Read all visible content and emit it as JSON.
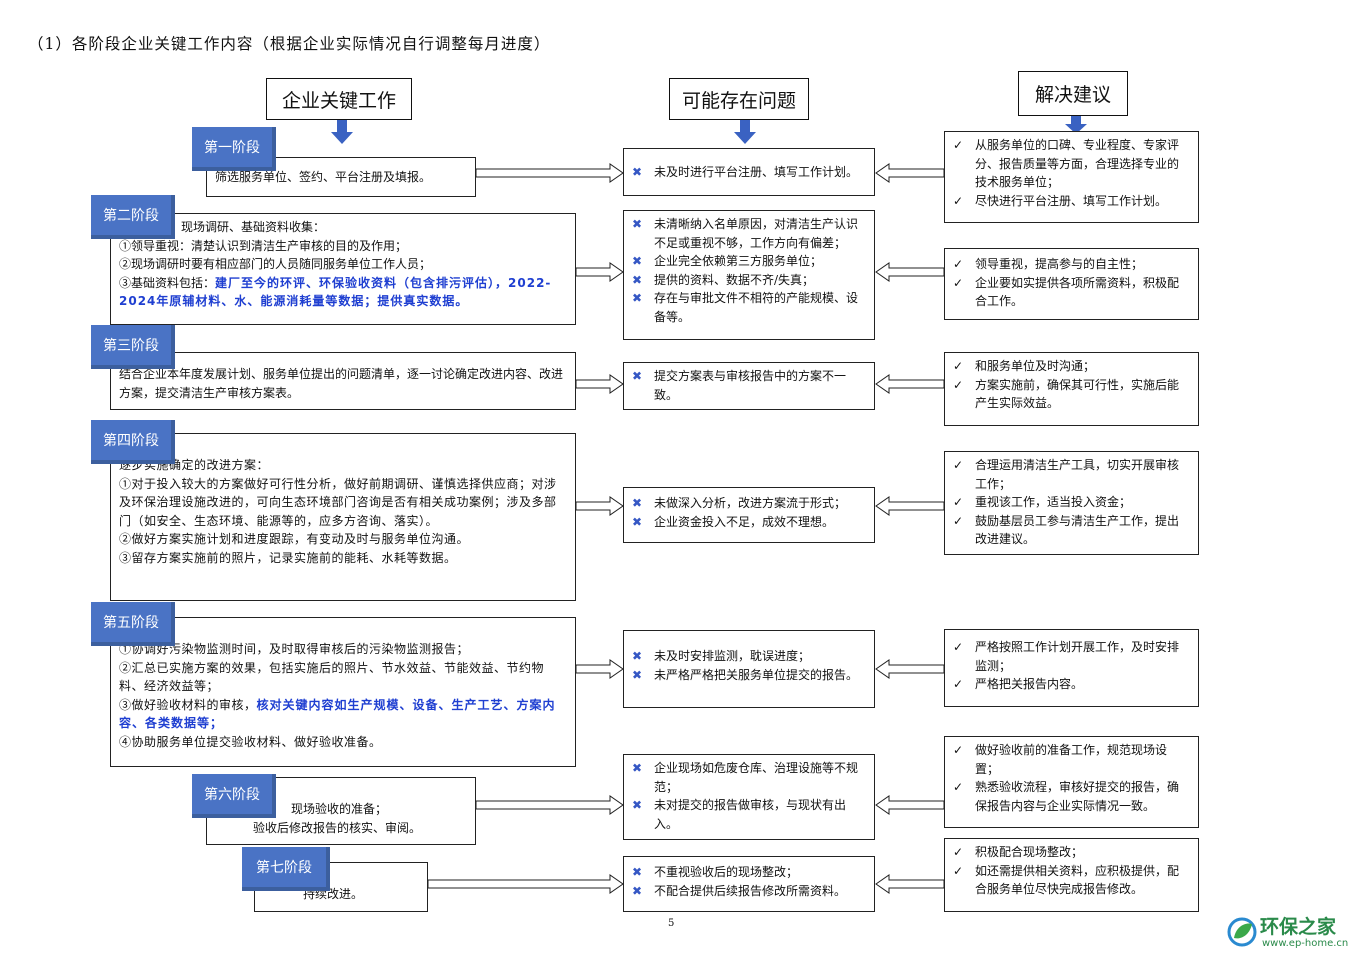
{
  "title": "（1）各阶段企业关键工作内容（根据企业实际情况自行调整每月进度）",
  "headers": {
    "col1": "企业关键工作",
    "col2": "可能存在问题",
    "col3": "解决建议"
  },
  "stages": [
    {
      "tab": "第一阶段",
      "work": [
        "筛选服务单位、签约、平台注册及填报。"
      ],
      "problems": [
        "未及时进行平台注册、填写工作计划。"
      ],
      "suggestions": [
        "从服务单位的口碑、专业程度、专家评分、报告质量等方面，合理选择专业的技术服务单位；",
        "尽快进行平台注册、填写工作计划。"
      ]
    },
    {
      "tab": "第二阶段",
      "work": [
        "现场调研、基础资料收集：",
        "①领导重视：清楚认识到清洁生产审核的目的及作用；",
        "②现场调研时要有相应部门的人员随同服务单位工作人员；",
        "③基础资料包括："
      ],
      "work_blue": "建厂至今的环评、环保验收资料（包含排污评估），2022-2024年原辅材料、水、能源消耗量等数据；提供真实数据。",
      "problems": [
        "未清晰纳入名单原因，对清洁生产认识不足或重视不够，工作方向有偏差；",
        "企业完全依赖第三方服务单位；",
        "提供的资料、数据不齐/失真；",
        "存在与审批文件不相符的产能规模、设备等。"
      ],
      "suggestions": [
        "领导重视，提高参与的自主性；",
        "企业要如实提供各项所需资料，积极配合工作。"
      ]
    },
    {
      "tab": "第三阶段",
      "work": [
        "结合企业本年度发展计划、服务单位提出的问题清单，逐一讨论确定改进内容、改进方案，提交清洁生产审核方案表。"
      ],
      "problems": [
        "提交方案表与审核报告中的方案不一致。"
      ],
      "suggestions": [
        "和服务单位及时沟通；",
        "方案实施前，确保其可行性，实施后能产生实际效益。"
      ]
    },
    {
      "tab": "第四阶段",
      "work": [
        "逐步实施确定的改进方案：",
        "①对于投入较大的方案做好可行性分析，做好前期调研、谨慎选择供应商；对涉及环保治理设施改进的，可向生态环境部门咨询是否有相关成功案例；涉及多部门（如安全、生态环境、能源等的，应多方咨询、落实）。",
        "②做好方案实施计划和进度跟踪，有变动及时与服务单位沟通。",
        "③留存方案实施前的照片，记录实施前的能耗、水耗等数据。"
      ],
      "problems": [
        "未做深入分析，改进方案流于形式；",
        "企业资金投入不足，成效不理想。"
      ],
      "suggestions": [
        "合理运用清洁生产工具，切实开展审核工作；",
        "重视该工作，适当投入资金；",
        "鼓励基层员工参与清洁生产工作，提出改进建议。"
      ]
    },
    {
      "tab": "第五阶段",
      "work": [
        "①协调好污染物监测时间，及时取得审核后的污染物监测报告；",
        "②汇总已实施方案的效果，包括实施后的照片、节水效益、节能效益、节约物料、经济效益等；",
        "③做好验收材料的审核，"
      ],
      "work_blue": "核对关键内容如生产规模、设备、生产工艺、方案内容、各类数据等；",
      "work_after": "④协助服务单位提交验收材料、做好验收准备。",
      "problems": [
        "未及时安排监测，耽误进度；",
        "未严格严格把关服务单位提交的报告。"
      ],
      "suggestions": [
        "严格按照工作计划开展工作，及时安排监测；",
        "严格把关报告内容。"
      ]
    },
    {
      "tab": "第六阶段",
      "work": [
        "现场验收的准备；",
        "验收后修改报告的核实、审阅。"
      ],
      "problems": [
        "企业现场如危废仓库、治理设施等不规范；",
        "未对提交的报告做审核，与现状有出入。"
      ],
      "suggestions": [
        "做好验收前的准备工作，规范现场设置；",
        "熟悉验收流程，审核好提交的报告，确保报告内容与企业实际情况一致。"
      ]
    },
    {
      "tab": "第七阶段",
      "work": [
        "持续改进。"
      ],
      "problems": [
        "不重视验收后的现场整改；",
        "不配合提供后续报告修改所需资料。"
      ],
      "suggestions": [
        "积极配合现场整改；",
        "如还需提供相关资料，应积极提供，配合服务单位尽快完成报告修改。"
      ]
    }
  ],
  "marks": {
    "x": "✖",
    "check": "✓"
  },
  "page_number": "5",
  "logo": {
    "name": "环保之家",
    "url": "www.ep-home.cn"
  }
}
